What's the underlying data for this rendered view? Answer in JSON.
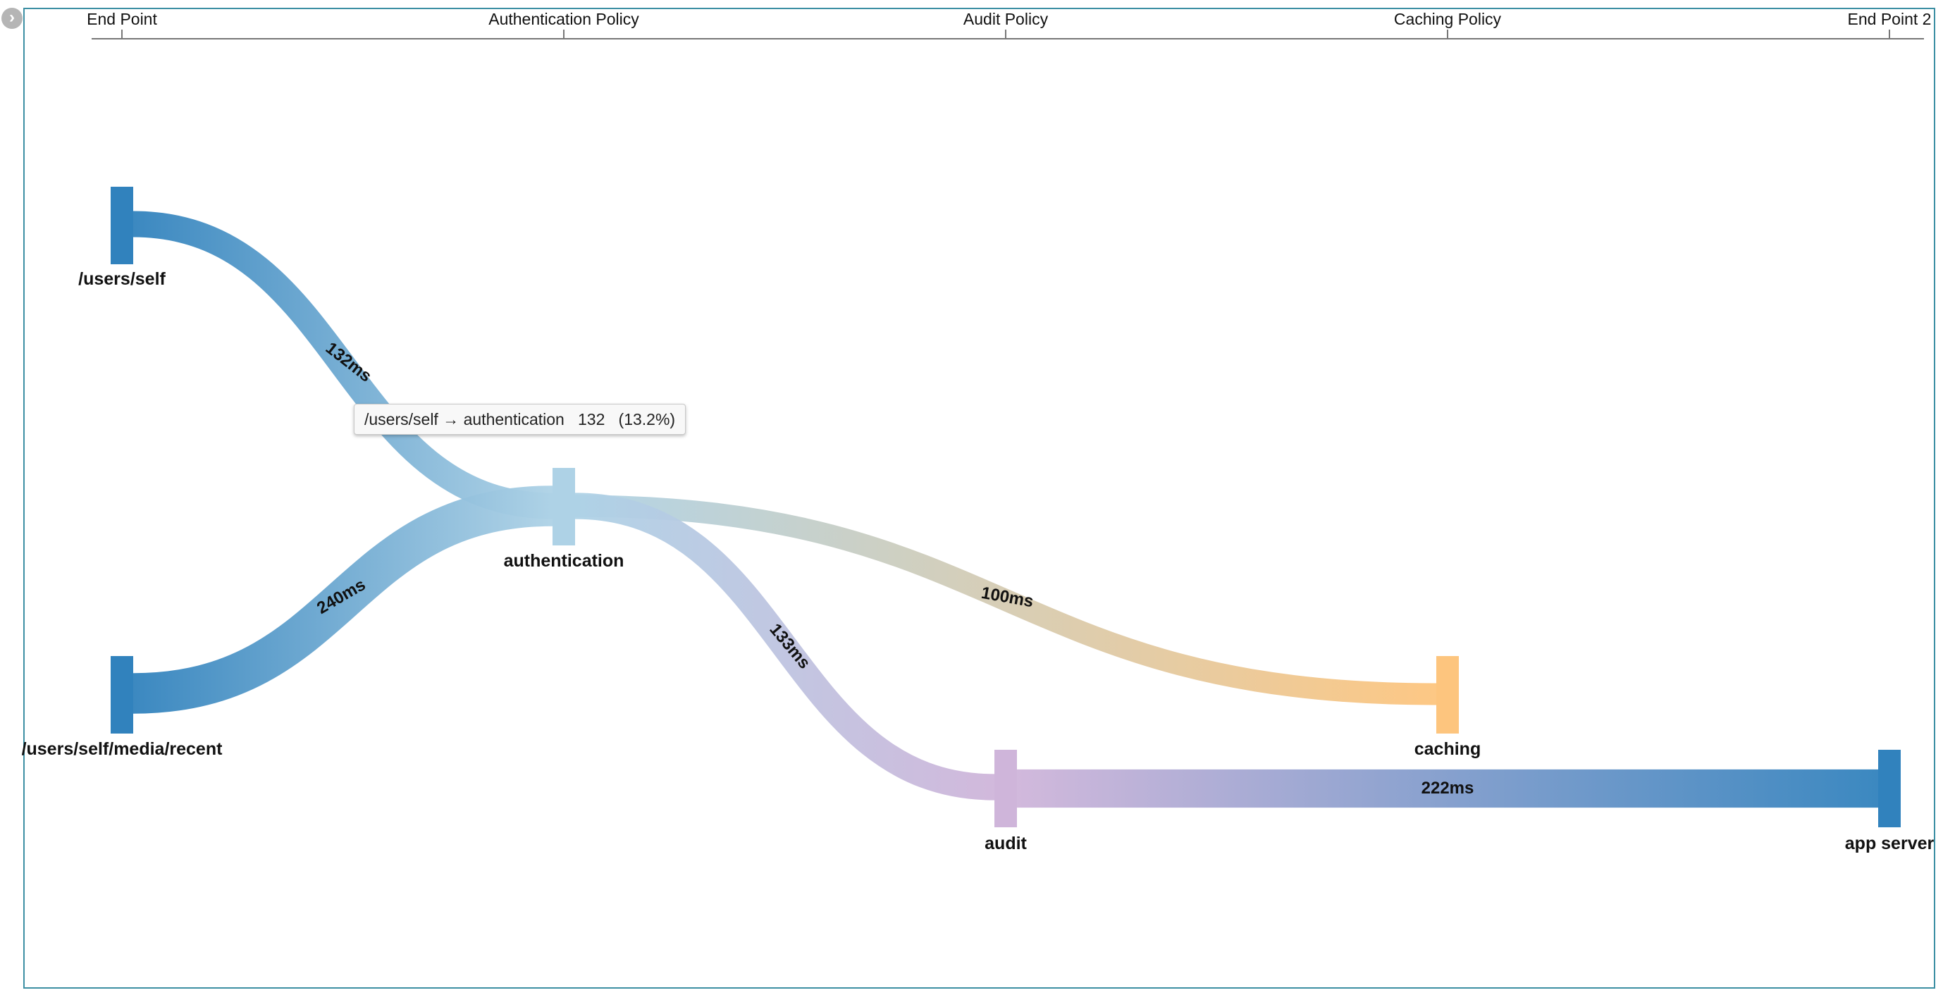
{
  "columns": [
    "End Point",
    "Authentication Policy",
    "Audit Policy",
    "Caching Policy",
    "End Point 2"
  ],
  "nodes": [
    {
      "id": "users_self",
      "label": "/users/self",
      "color": "#3182bd"
    },
    {
      "id": "users_self_media_recent",
      "label": "/users/self/media/recent",
      "color": "#3182bd"
    },
    {
      "id": "authentication",
      "label": "authentication",
      "color": "#aed2e6"
    },
    {
      "id": "audit",
      "label": "audit",
      "color": "#cfb5da"
    },
    {
      "id": "caching",
      "label": "caching",
      "color": "#fdc57e"
    },
    {
      "id": "app_server",
      "label": "app server",
      "color": "#3182bd"
    }
  ],
  "links": [
    {
      "source": "users_self",
      "target": "authentication",
      "label": "132ms",
      "value": 132
    },
    {
      "source": "users_self_media_recent",
      "target": "authentication",
      "label": "240ms",
      "value": 240
    },
    {
      "source": "authentication",
      "target": "caching",
      "label": "100ms",
      "value": 100
    },
    {
      "source": "authentication",
      "target": "audit",
      "label": "133ms",
      "value": 133
    },
    {
      "source": "audit",
      "target": "app_server",
      "label": "222ms",
      "value": 222
    }
  ],
  "tooltip": {
    "path": "/users/self → authentication",
    "value": "132",
    "percent": "(13.2%)"
  },
  "collapse_icon": "chevron-right-icon"
}
